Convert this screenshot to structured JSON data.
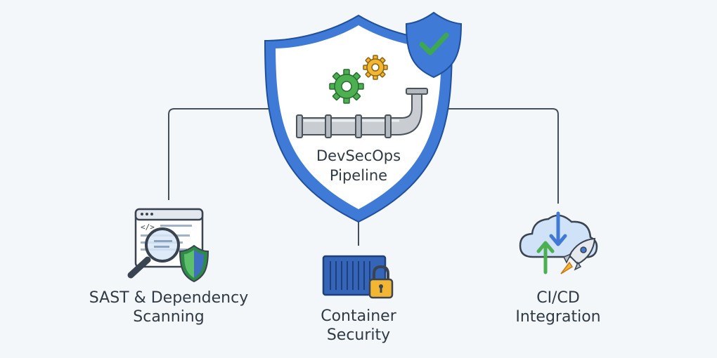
{
  "center": {
    "title_line1": "DevSecOps",
    "title_line2": "Pipeline"
  },
  "nodes": [
    {
      "line1": "SAST & Dependency",
      "line2": "Scanning"
    },
    {
      "line1": "Container",
      "line2": "Security"
    },
    {
      "line1": "CI/CD",
      "line2": "Integration"
    }
  ],
  "colors": {
    "shield_blue": "#3f7bd6",
    "gear_green": "#4caf50",
    "gear_yellow": "#f2b632",
    "container_blue": "#3565b8",
    "connector": "#454f5a"
  }
}
